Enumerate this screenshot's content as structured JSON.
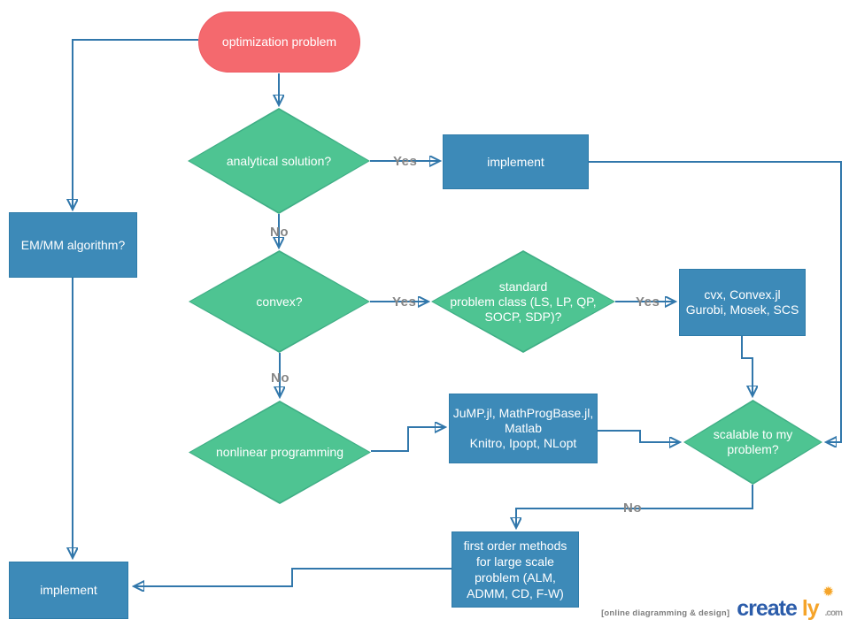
{
  "diagram": {
    "nodes": {
      "optimization_problem": {
        "label": "optimization problem"
      },
      "analytical_solution": {
        "label": "analytical solution?"
      },
      "implement_top": {
        "label": "implement"
      },
      "em_mm_algorithm": {
        "label": "EM/MM algorithm?"
      },
      "convex": {
        "label": "convex?"
      },
      "standard_problem_class": {
        "lines": [
          "standard",
          "problem class (LS,  LP, QP,",
          "SOCP, SDP)?"
        ]
      },
      "cvx_solvers": {
        "lines": [
          "cvx, Convex.jl",
          "Gurobi, Mosek, SCS"
        ]
      },
      "nonlinear_programming": {
        "label": "nonlinear programming"
      },
      "jump_solvers": {
        "lines": [
          "JuMP.jl, MathProgBase.jl,",
          "Matlab",
          "Knitro, Ipopt, NLopt"
        ]
      },
      "scalable": {
        "lines": [
          "scalable to my",
          "problem?"
        ]
      },
      "first_order_methods": {
        "lines": [
          "first order methods",
          "for large scale",
          "problem (ALM,",
          "ADMM, CD, F-W)"
        ]
      },
      "implement_bottom": {
        "label": "implement"
      }
    },
    "edge_labels": {
      "analytical_yes": "Yes",
      "analytical_no": "No",
      "convex_yes": "Yes",
      "standard_yes": "Yes",
      "convex_no": "No",
      "scalable_no": "No"
    },
    "watermark": {
      "tagline": "[online diagramming & design]",
      "brand_left": "create",
      "brand_right": "ly",
      "bulb_icon": "✹",
      "tld": ".com"
    },
    "colors": {
      "decision_fill": "#4ec492",
      "decision_edge": "#3fae85",
      "process_fill": "#3d8ab8",
      "process_edge": "#2e7ba9",
      "terminator_fill": "#f4696e",
      "connector": "#3177ab",
      "edge_label_text": "#868686",
      "node_text": "#ffffff",
      "brand_blue": "#2b5caa",
      "brand_orange": "#f5a42a"
    }
  }
}
